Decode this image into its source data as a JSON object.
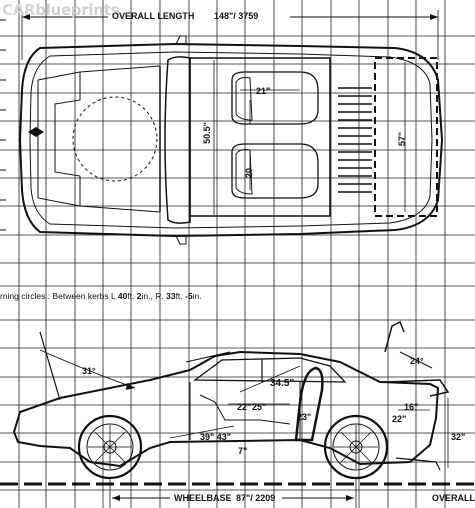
{
  "watermark": {
    "brand_prefix": "CAR",
    "brand_suffix": "blueprints"
  },
  "top_view": {
    "overall_length_label": "OVERALL LENGTH",
    "overall_length_value": "148\"/ 3759",
    "width_label": "50.5\"",
    "seat_upper": "21\"",
    "seat_lower": "20",
    "trunk_width": "57\""
  },
  "turning": {
    "prefix": "rning circles : Between kerbs",
    "l_label": "L",
    "l_ft": "40",
    "l_ft_unit": "ft.",
    "l_in": "2",
    "l_in_unit": "in., R.",
    "r_ft": "33",
    "r_ft_unit": "ft.",
    "r_in": "-5",
    "r_in_unit": "in."
  },
  "side_view": {
    "front_angle": "31°",
    "rear_angle": "24°",
    "headroom": "34.5\"",
    "seat_depth": "22\"",
    "seat_gap": "25\"",
    "rear_headroom": "23\"",
    "leg_length": "39\" 43\"",
    "floor_dim": "7\"",
    "trunk_depth": "16\"",
    "trunk_height": "22\"",
    "rear_height": "32\"",
    "wheelbase_label": "WHEELBASE",
    "wheelbase_value": "87\"/ 2209",
    "overall_label": "OVERALL"
  }
}
